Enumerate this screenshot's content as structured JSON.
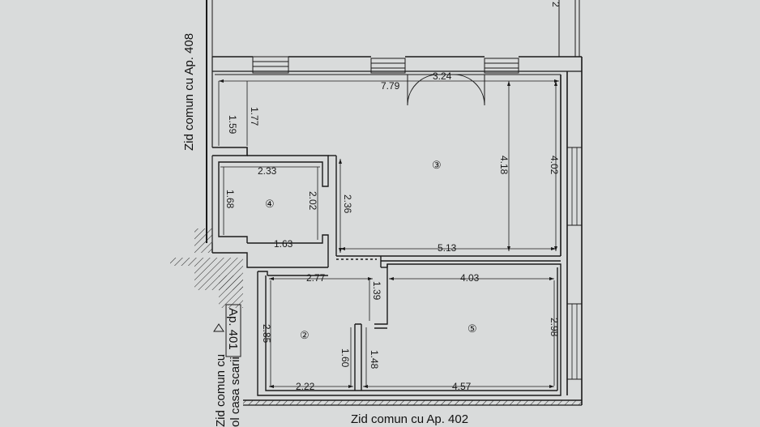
{
  "wall_labels": {
    "left_top": "Zid comun cu Ap. 408",
    "bottom": "Zid comun cu Ap. 402",
    "left_bottom_1": "Zid comun cu",
    "left_bottom_2": "ol casa scarii",
    "apartment_box": "Ap. 401"
  },
  "dimensions": {
    "top_length": "7.79",
    "door_width": "3.24",
    "left_segment_a": "1.59",
    "left_segment_b": "1.77",
    "room4_width": "2.33",
    "room4_height": "1.68",
    "room4_inner_height": "2.02",
    "room4_bottom": "1.63",
    "corridor_height": "2.36",
    "room3_height_inner": "4.18",
    "room3_height_right": "4.02",
    "room3_bottom": "5.13",
    "room2_top": "2.77",
    "room5_top": "4.03",
    "room2_left_height": "2.85",
    "partition_upper": "1.39",
    "partition_left": "1.60",
    "partition_right": "1.48",
    "room2_bottom": "2.22",
    "room5_bottom": "4.57",
    "room5_right_height": "2.98",
    "top_right_edge": "2"
  },
  "rooms": {
    "r2": "②",
    "r3": "③",
    "r4": "④",
    "r5": "⑤"
  }
}
